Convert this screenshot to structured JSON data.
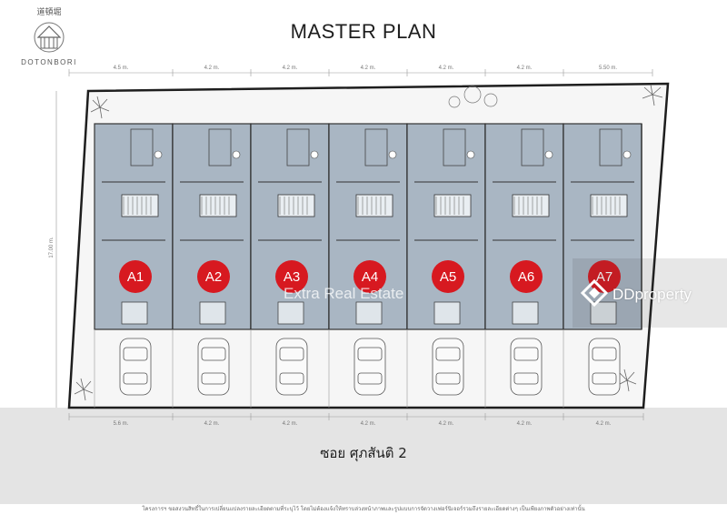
{
  "brand": {
    "name": "DOTONBORI",
    "name_cn": "道頓堀"
  },
  "title": "MASTER PLAN",
  "top_dimensions": [
    "4.5 m.",
    "4.2 m.",
    "4.2 m.",
    "4.2 m.",
    "4.2 m.",
    "4.2 m.",
    "5.50 m."
  ],
  "bottom_dimensions": [
    "5.6 m.",
    "4.2 m.",
    "4.2 m.",
    "4.2 m.",
    "4.2 m.",
    "4.2 m.",
    "4.2 m."
  ],
  "side_dimension": "17.00 m.",
  "units": [
    "A1",
    "A2",
    "A3",
    "A4",
    "A5",
    "A6",
    "A7"
  ],
  "road_label": "ซอย ศุภสันติ 2",
  "footnote": "โครงการฯ ขอสงวนสิทธิ์ในการเปลี่ยนแปลงรายละเอียดตามที่ระบุไว้ โดยไม่ต้องแจ้งให้ทราบล่วงหน้าภาพและรูปแบบการจัดวางเฟอร์นิเจอร์รวมถึงรายละเอียดต่างๆ เป็นเพียงภาพตัวอย่างเท่านั้น",
  "watermarks": {
    "agency": "Extra Real Estate",
    "portal": "DDproperty"
  },
  "colors": {
    "building_fill": "#a9b6c3",
    "unit_badge": "#d71920",
    "road": "#e4e4e4",
    "lot_outline": "#1e1e1e"
  },
  "icons": [
    "building-logo-icon",
    "car-icon",
    "tree-icon",
    "ddproperty-logo-icon"
  ]
}
